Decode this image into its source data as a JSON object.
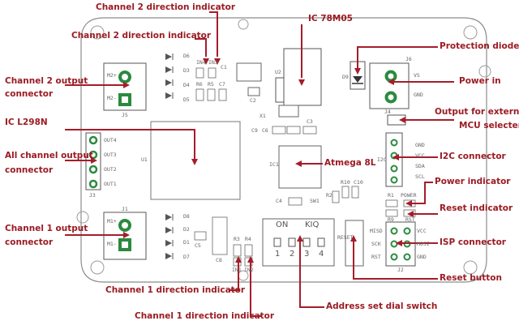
{
  "colors": {
    "callout_text": "#9b1b23",
    "leader_line": "#a51d2b",
    "board_outline": "#8c8c8c",
    "silkscreen": "#666666",
    "connector_green": "#2a8a3e",
    "board_fill": "#ffffff"
  },
  "callouts": {
    "ch2_dir_top": "Channel 2 direction indicator",
    "ch2_dir_mid": "Channel 2 direction indicator",
    "ic_78m05": "IC 78M05",
    "protection_diode": "Protection diode",
    "ch2_output_line1": "Channel 2 output",
    "ch2_output_line2": "connector",
    "power_in": "Power in",
    "output_external_line1": "Output for external",
    "output_external_line2": "MCU selecter",
    "ic_l298n": "IC L298N",
    "all_channel_line1": "All channel output",
    "all_channel_line2": "connector",
    "i2c_connector": "I2C connector",
    "atmega": "Atmega 8L",
    "power_indicator": "Power indicator",
    "reset_indicator": "Reset indicator",
    "ch1_output_line1": "Channel 1 output",
    "ch1_output_line2": "connector",
    "isp_connector": "ISP connector",
    "reset_button": "Reset button",
    "ch1_dir_mid": "Channel 1 direction indicator",
    "address_switch": "Address set dial switch",
    "ch1_dir_bottom": "Channel 1 direction indicator"
  },
  "board_labels": {
    "d6": "D6",
    "d3": "D3",
    "d4": "D4",
    "d5": "D5",
    "in4": "IN4",
    "in3": "IN3",
    "c1": "C1",
    "r6": "R6",
    "r5": "R5",
    "c7": "C7",
    "m2plus": "M2+",
    "m2minus": "M2-",
    "j5": "J5",
    "u2": "U2",
    "c2": "C2",
    "d9": "D9",
    "j6": "J6",
    "vs": "VS",
    "gnd_j6": "GND",
    "x1": "X1",
    "c9": "C9",
    "c6": "C6",
    "c3": "C3",
    "out4": "OUT4",
    "out3": "OUT3",
    "out2": "OUT2",
    "out1": "OUT1",
    "j3": "J3",
    "u1": "U1",
    "ic1": "IC1",
    "j4": "J4",
    "i2c": "I2C",
    "gnd_i2c": "GND",
    "vcc_i2c": "VCC",
    "sda": "SDA",
    "scl": "SCL",
    "r1": "R1",
    "power": "POWER",
    "r9": "R9",
    "rst_led": "RST",
    "r2": "R2",
    "r10": "R10",
    "c10": "C10",
    "c4": "C4",
    "sw1": "SW1",
    "on": "ON",
    "kiq": "KIQ",
    "sw_1": "1",
    "sw_2": "2",
    "sw_3": "3",
    "sw_4": "4",
    "reset_btn": "RESET",
    "misd": "MISD",
    "sck": "SCK",
    "rst": "RST",
    "vcc_isp": "VCC",
    "mosi": "MOSI",
    "gnd_isp": "GND",
    "j2": "J2",
    "m1plus": "M1+",
    "m1minus": "M1-",
    "j1": "J1",
    "d8": "D8",
    "d2": "D2",
    "d1": "D1",
    "d7": "D7",
    "c5": "C5",
    "c8": "C8",
    "r3": "R3",
    "r4": "R4",
    "in1": "IN1",
    "in2": "IN2"
  }
}
